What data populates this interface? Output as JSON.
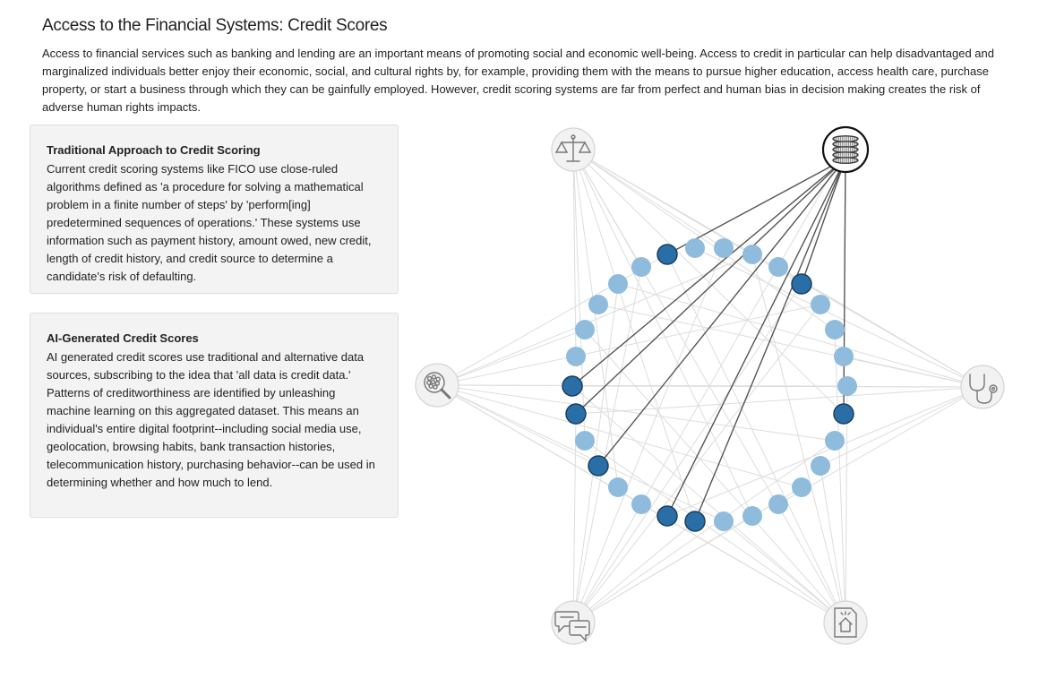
{
  "page": {
    "title": "Access to the Financial Systems: Credit Scores",
    "intro": "Access to financial services such as banking and lending are an important means of promoting social and economic well-being. Access to credit in particular can help disadvantaged and marginalized individuals better enjoy their economic, social, and cultural rights by, for example, providing them with the means to pursue higher education, access health care, purchase property, or start a business through which they can be gainfully employed. However, credit scoring systems are far from perfect and human bias in decision making creates the risk of adverse human rights impacts."
  },
  "cards": [
    {
      "heading": "Traditional Approach to Credit Scoring",
      "body": "Current credit scoring systems like FICO use close-ruled algorithms defined as 'a procedure for solving a mathematical problem in a finite number of steps' by 'perform[ing] predetermined sequences of operations.' These systems use information such as payment history, amount owed, new credit, length of credit history, and credit source to determine a candidate's risk of defaulting."
    },
    {
      "heading": "AI-Generated Credit Scores",
      "body": "AI generated credit scores use traditional and alternative data sources, subscribing to the idea that 'all data is credit data.' Patterns of creditworthiness are identified by unleashing machine learning on this aggregated dataset. This means an individual's entire digital footprint--including social media use, geolocation, browsing habits, bank transaction histories, telecommunication history, purchasing behavior--can be used in determining whether and how much to lend."
    }
  ],
  "network": {
    "colors": {
      "node_light": "#8fbcdc",
      "node_dark": "#2a6ea8",
      "node_dark_stroke": "#1c3f5e",
      "active_link": "#555555",
      "faint_link": "#dddddd",
      "hub_fill": "#f2f2f2",
      "hub_stroke": "#d4d4d4",
      "active_hub_stroke": "#111111",
      "icon": "#777777"
    },
    "hubs": [
      {
        "id": "justice",
        "icon": "scales-icon",
        "active": false
      },
      {
        "id": "finance",
        "icon": "coins-icon",
        "active": true
      },
      {
        "id": "surveillance",
        "icon": "magnifier-icon",
        "active": false
      },
      {
        "id": "health",
        "icon": "stethoscope-icon",
        "active": false
      },
      {
        "id": "expression",
        "icon": "speech-bubbles-icon",
        "active": false
      },
      {
        "id": "housing",
        "icon": "document-house-icon",
        "active": false
      }
    ],
    "ring_nodes": 30,
    "highlighted_nodes": [
      3,
      8,
      12,
      13,
      16,
      19,
      20,
      26
    ]
  }
}
